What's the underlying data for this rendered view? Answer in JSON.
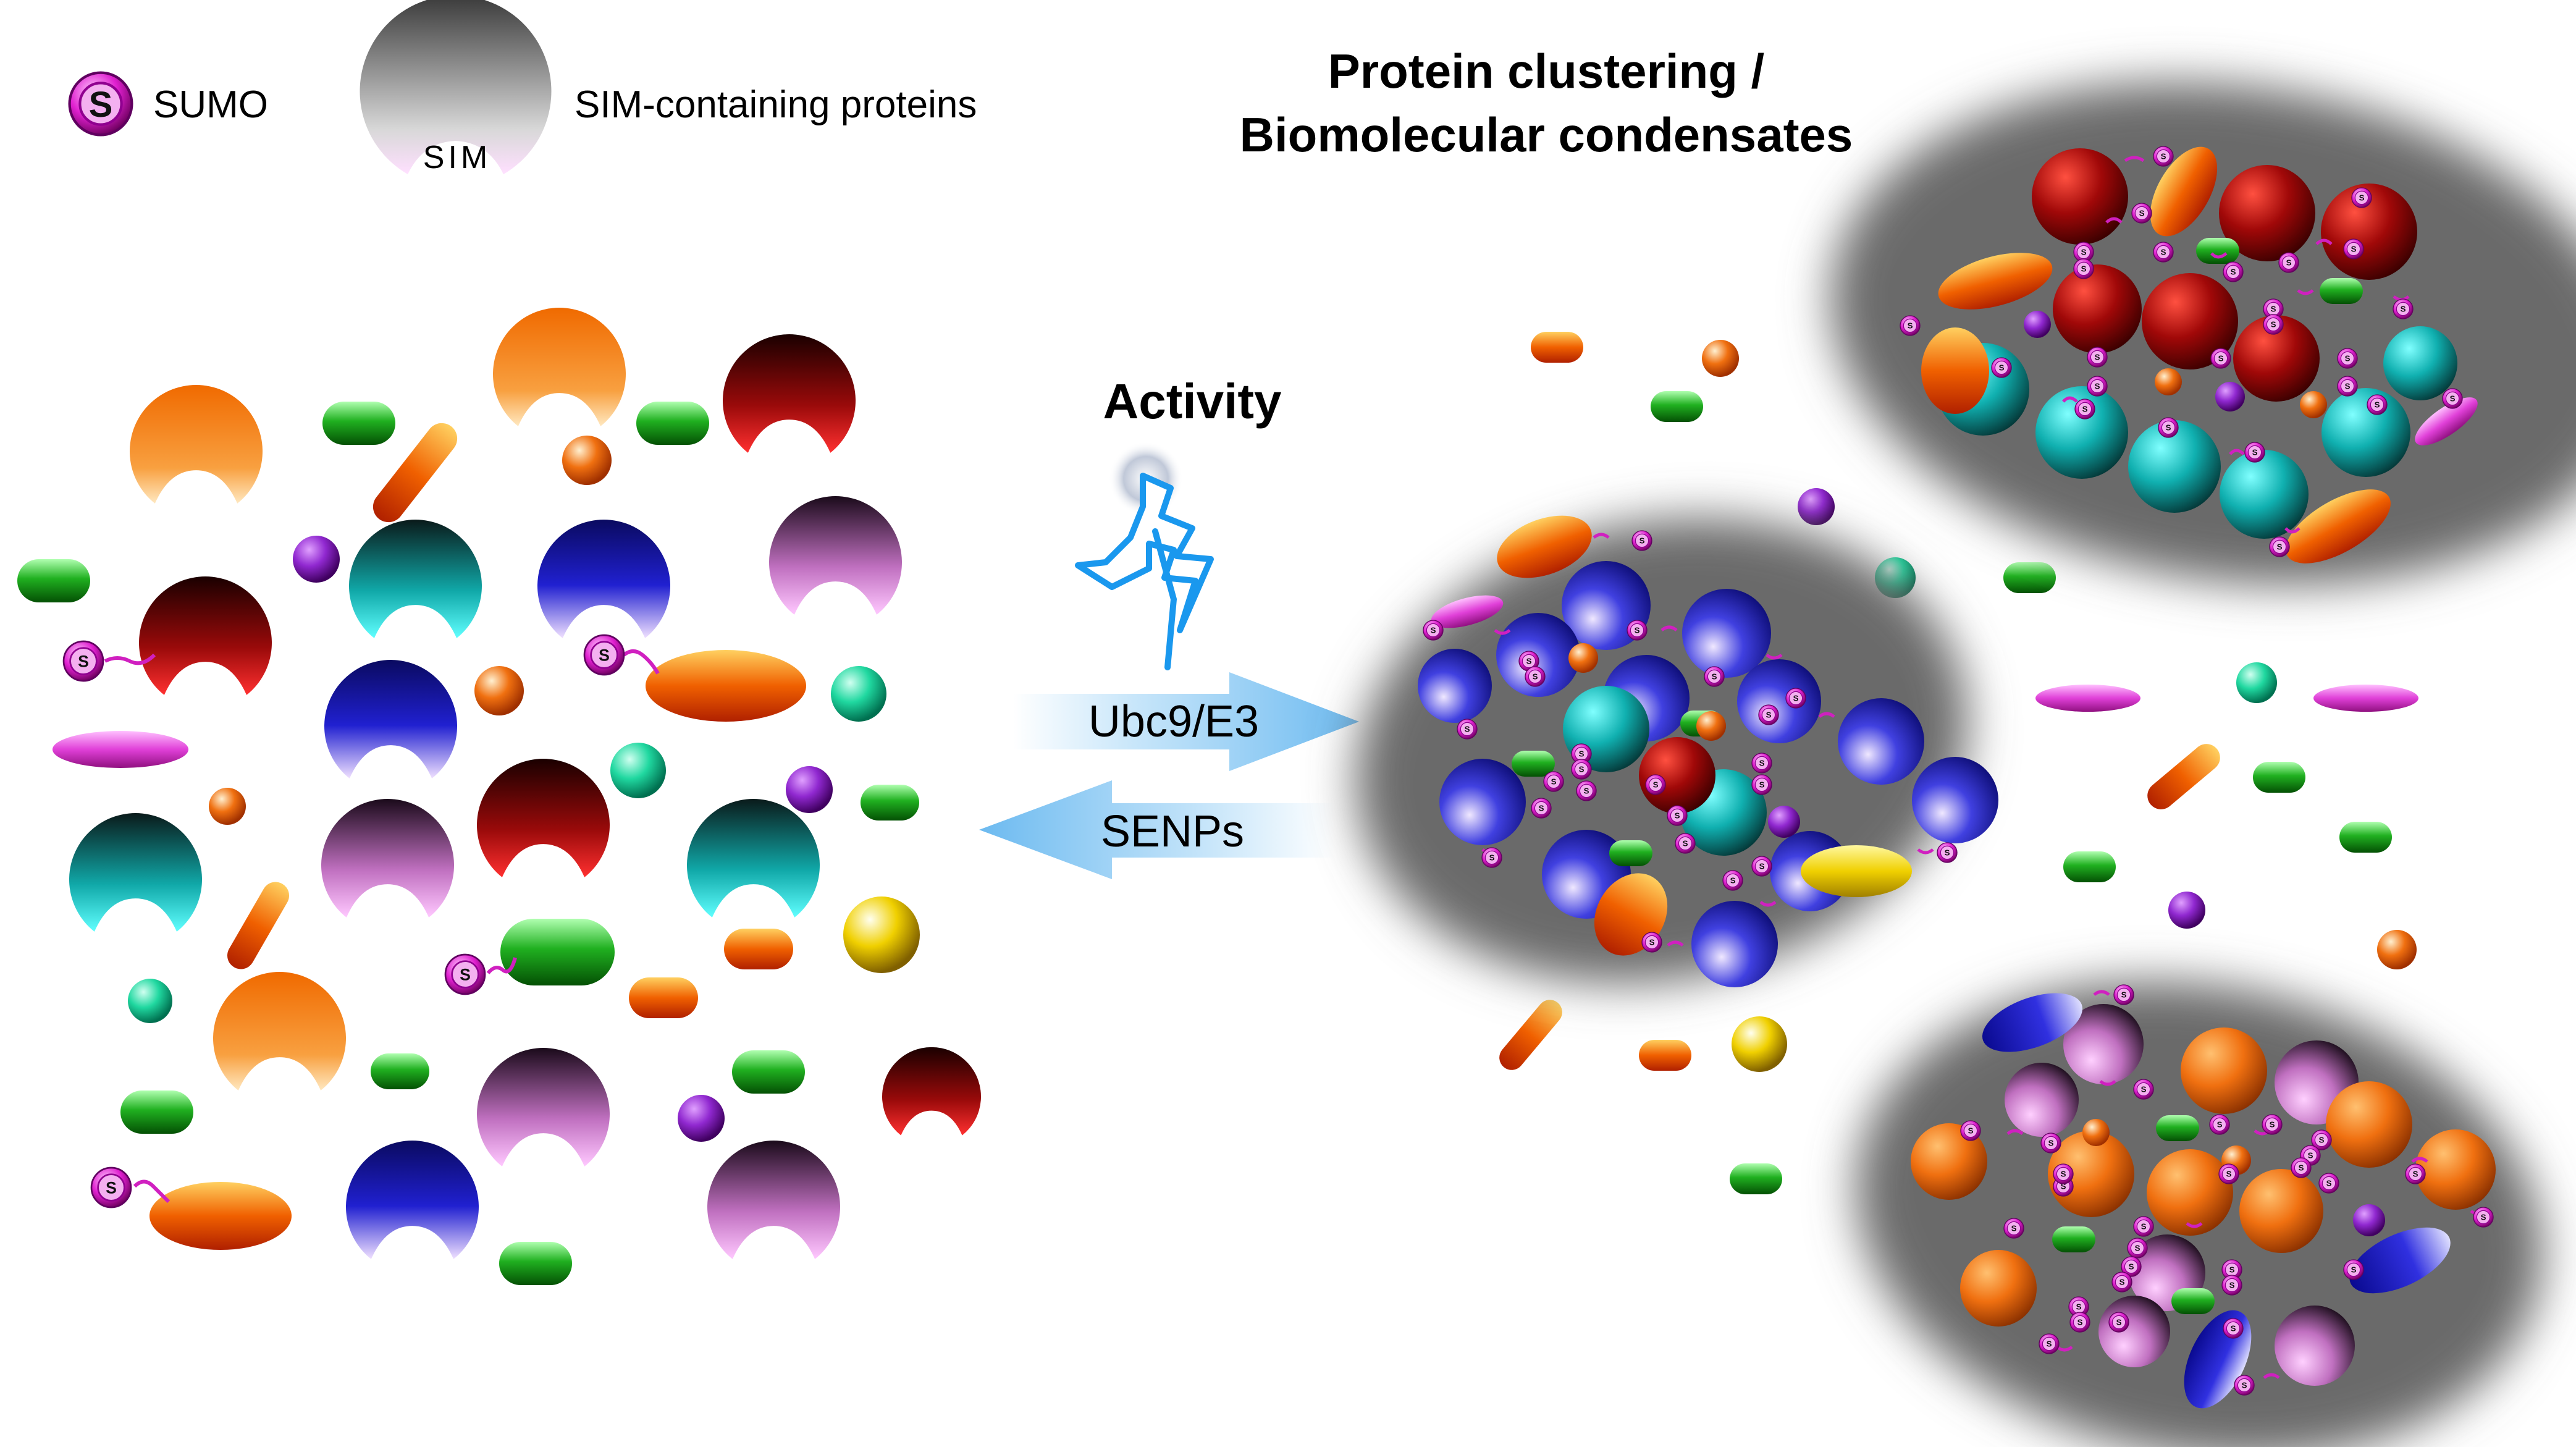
{
  "legend": {
    "sumo_symbol": "S",
    "sumo_label": "SUMO",
    "sim_symbol": "SIM",
    "sim_label": "SIM-containing proteins"
  },
  "title": {
    "line1": "Protein clustering /",
    "line2": "Biomolecular condensates"
  },
  "center": {
    "activity_label": "Activity",
    "forward_arrow_label": "Ubc9/E3",
    "reverse_arrow_label": "SENPs"
  },
  "colors": {
    "sumo": "#e020d0",
    "sumo_linker": "#d020c0",
    "orange": "#f07a10",
    "dark_red": "#8a0a0a",
    "teal": "#10b4b4",
    "blue": "#1a1ac8",
    "pink": "#d870c8",
    "green": "#18a818",
    "purple": "#8a20c8",
    "mint": "#20d8a0",
    "yellow": "#e8c800",
    "arrow": "#8ecaf4",
    "lightning": "#28a8f0",
    "condensate_shadow": "#7a7a7a"
  },
  "icons": [
    "sumo-icon",
    "sim-protein-icon",
    "lightning-icon",
    "forward-arrow-icon",
    "reverse-arrow-icon"
  ]
}
